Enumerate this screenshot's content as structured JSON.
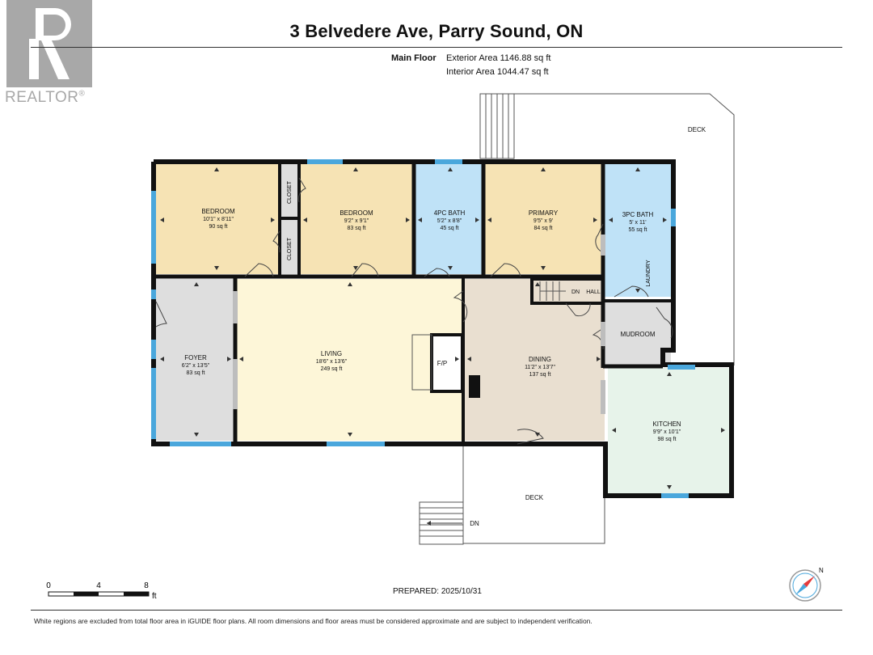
{
  "header": {
    "title": "3 Belvedere Ave, Parry Sound, ON",
    "floor_label": "Main Floor",
    "exterior_area": "Exterior Area 1146.88 sq ft",
    "interior_area": "Interior Area 1044.47 sq ft"
  },
  "logo": {
    "text": "REALTOR",
    "mark": "®"
  },
  "rooms": {
    "bedroom1": {
      "name": "BEDROOM",
      "dims": "10'1\" x 8'11\"",
      "area": "90 sq ft"
    },
    "bedroom2": {
      "name": "BEDROOM",
      "dims": "9'2\" x 9'1\"",
      "area": "83 sq ft"
    },
    "bath4": {
      "name": "4PC BATH",
      "dims": "5'2\" x 8'8\"",
      "area": "45 sq ft"
    },
    "primary": {
      "name": "PRIMARY",
      "dims": "9'5\" x 9'",
      "area": "84 sq ft"
    },
    "bath3": {
      "name": "3PC BATH",
      "dims": "5' x 11'",
      "area": "55 sq ft"
    },
    "foyer": {
      "name": "FOYER",
      "dims": "6'2\" x 13'5\"",
      "area": "83 sq ft"
    },
    "living": {
      "name": "LIVING",
      "dims": "18'6\" x 13'6\"",
      "area": "249 sq ft"
    },
    "dining": {
      "name": "DINING",
      "dims": "11'2\" x 13'7\"",
      "area": "137 sq ft"
    },
    "kitchen": {
      "name": "KITCHEN",
      "dims": "9'9\" x 10'1\"",
      "area": "98 sq ft"
    }
  },
  "labels": {
    "closet": "CLOSET",
    "laundry": "LAUNDRY",
    "mudroom": "MUDROOM",
    "dn_hall": "DN",
    "hall": "HALL",
    "deck": "DECK",
    "dn": "DN",
    "fireplace": "F/P"
  },
  "scale": {
    "ticks": [
      "0",
      "4",
      "8"
    ],
    "unit": "ft"
  },
  "compass": {
    "label": "N"
  },
  "prepared": "PREPARED: 2025/10/31",
  "footnote": "White regions are excluded from total floor area in iGUIDE floor plans. All room dimensions and floor areas must be considered approximate and are subject to independent verification.",
  "colors": {
    "bedroom": "#f6e3b4",
    "bath": "#bfe2f7",
    "foyer": "#dedede",
    "living": "#fdf6d8",
    "dining": "#e9dfd0",
    "kitchen": "#e7f3ea",
    "mudroom": "#dedede",
    "wall": "#111111",
    "window": "#4aa7dc"
  }
}
